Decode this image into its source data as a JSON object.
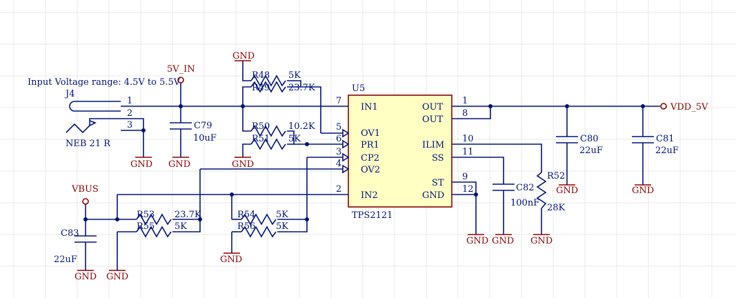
{
  "schematic": {
    "note": "Input Voltage range: 4.5V to 5.5V",
    "ports": {
      "v5_in": "5V_IN",
      "vbus": "VBUS",
      "vdd_5v": "VDD_5V",
      "gnd": "GND"
    },
    "connector": {
      "ref": "J4",
      "part": "NEB 21 R",
      "pins": [
        "1",
        "2",
        "3"
      ]
    },
    "ic": {
      "ref": "U5",
      "part": "TPS2121",
      "pins_left": [
        {
          "num": "7",
          "name": "IN1"
        },
        {
          "num": "5",
          "name": "OV1"
        },
        {
          "num": "6",
          "name": "PR1"
        },
        {
          "num": "3",
          "name": "CP2"
        },
        {
          "num": "4",
          "name": "OV2"
        },
        {
          "num": "2",
          "name": "IN2"
        }
      ],
      "pins_right": [
        {
          "num": "1",
          "name": "OUT"
        },
        {
          "num": "8",
          "name": "OUT"
        },
        {
          "num": "10",
          "name": "ILIM"
        },
        {
          "num": "11",
          "name": "SS"
        },
        {
          "num": "9",
          "name": "ST"
        },
        {
          "num": "12",
          "name": "GND"
        }
      ]
    },
    "resistors": [
      {
        "ref": "R48",
        "value": "5K"
      },
      {
        "ref": "R49",
        "value": "23.7K"
      },
      {
        "ref": "R50",
        "value": "10.2K"
      },
      {
        "ref": "R51",
        "value": "5K"
      },
      {
        "ref": "R53",
        "value": "23.7K"
      },
      {
        "ref": "R55",
        "value": "5K"
      },
      {
        "ref": "R54",
        "value": "5K"
      },
      {
        "ref": "R56",
        "value": "5K"
      },
      {
        "ref": "R52",
        "value": "28K"
      }
    ],
    "capacitors": [
      {
        "ref": "C79",
        "value": "10uF"
      },
      {
        "ref": "C80",
        "value": "22uF"
      },
      {
        "ref": "C81",
        "value": "22uF"
      },
      {
        "ref": "C82",
        "value": "100nF"
      },
      {
        "ref": "C83",
        "value": "22uF"
      }
    ],
    "colors": {
      "wire": "#00127a",
      "power_port": "#8b0000",
      "ic_fill": "#ffffc4",
      "grid": "#e8e8e8"
    }
  }
}
